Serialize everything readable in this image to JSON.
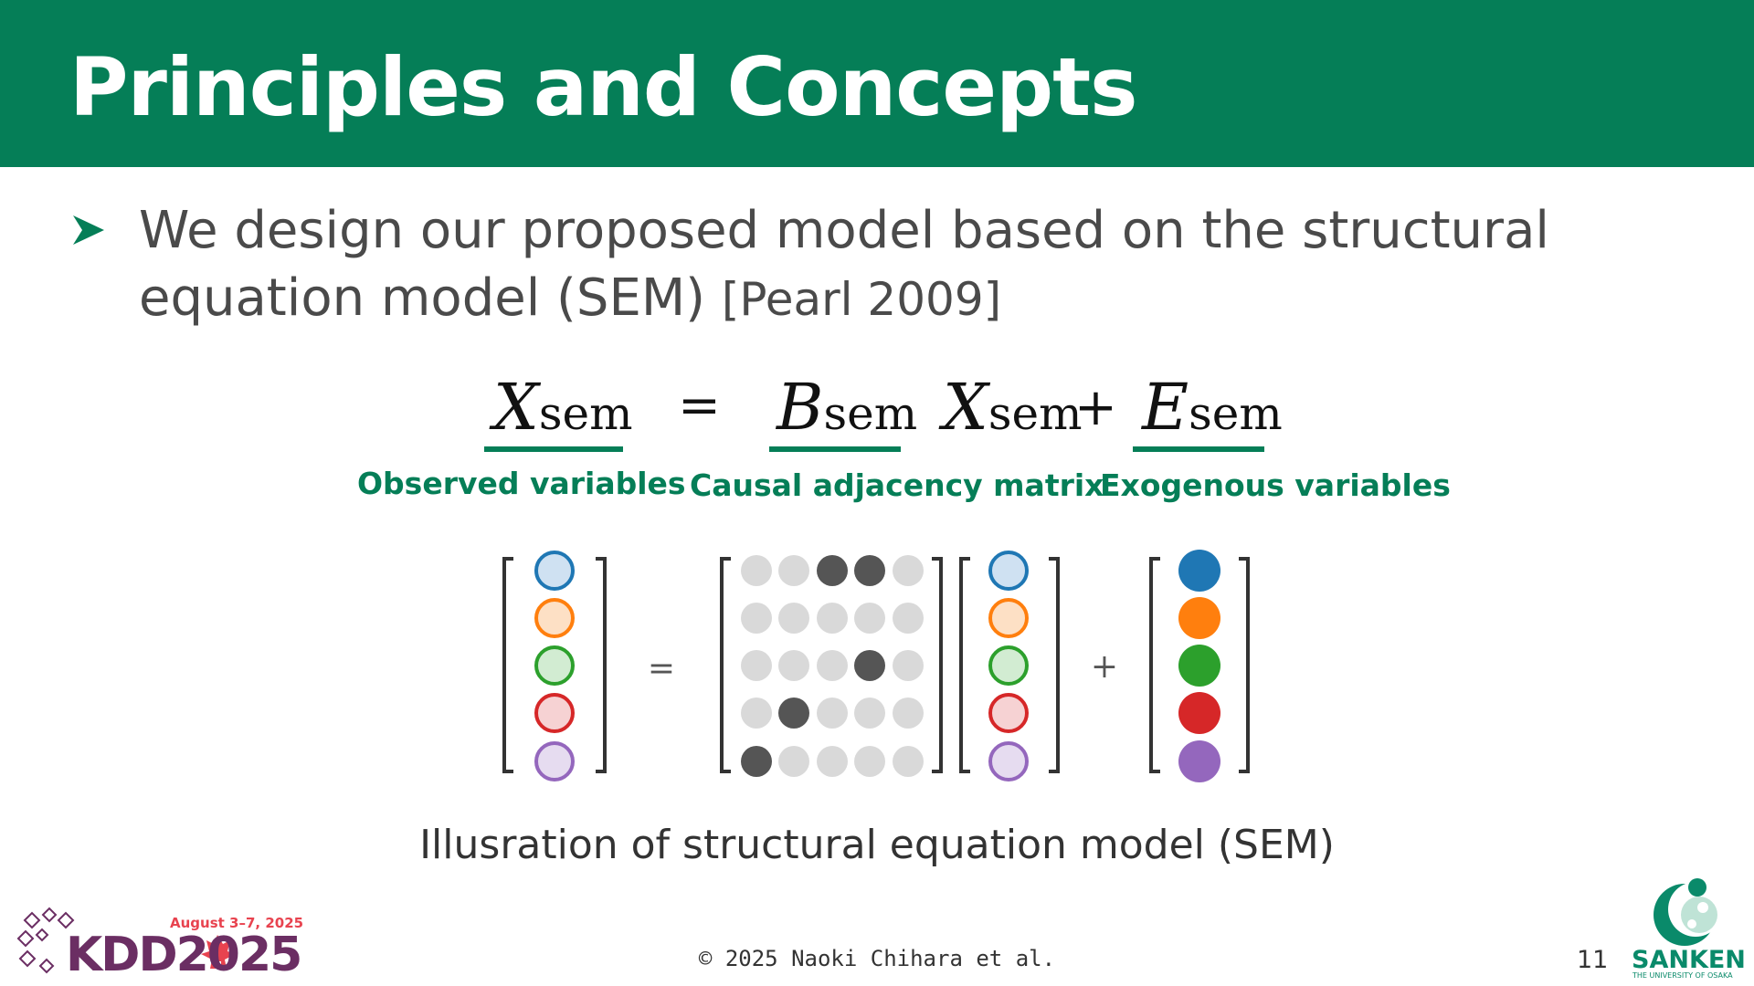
{
  "slide": {
    "title": "Principles and Concepts",
    "bullet_main": "We design our proposed model based on the structural equation model (SEM)",
    "bullet_citation": "[Pearl 2009]",
    "bullet_icon": "arrow-bullet-icon"
  },
  "equation": {
    "lhs": {
      "symbol": "X",
      "subscript": "sem"
    },
    "equals": "=",
    "b_term": {
      "symbol": "B",
      "subscript": "sem"
    },
    "x_term": {
      "symbol": "X",
      "subscript": "sem"
    },
    "plus": "+",
    "e_term": {
      "symbol": "E",
      "subscript": "sem"
    },
    "labels": {
      "observed": "Observed variables",
      "adjacency": "Causal adjacency matrix",
      "exogenous": "Exogenous variables"
    }
  },
  "diagram": {
    "equals": "=",
    "plus": "+",
    "variable_colors": [
      "#1f77b4",
      "#ff7f0e",
      "#2ca02c",
      "#d62728",
      "#9467bd"
    ],
    "variable_fill_colors": [
      "#cfe1f2",
      "#fde0c5",
      "#d2ecd2",
      "#f6d2d3",
      "#e6dcf0"
    ],
    "adjacency_matrix": [
      [
        0,
        0,
        1,
        1,
        0
      ],
      [
        0,
        0,
        0,
        0,
        0
      ],
      [
        0,
        0,
        0,
        1,
        0
      ],
      [
        0,
        1,
        0,
        0,
        0
      ],
      [
        1,
        0,
        0,
        0,
        0
      ]
    ],
    "edge_color": "#555555",
    "zero_color": "#d9d9d9",
    "caption": "Illusration of structural equation model (SEM)"
  },
  "footer": {
    "copyright": "© 2025 Naoki Chihara et al.",
    "page_number": "11",
    "kdd_logo": {
      "date": "August 3–7, 2025",
      "text": "KDD2025"
    },
    "sanken_logo": {
      "name": "SANKEN",
      "subtitle": "THE UNIVERSITY OF OSAKA"
    }
  },
  "colors": {
    "header": "#057e57",
    "accent": "#057e57"
  }
}
